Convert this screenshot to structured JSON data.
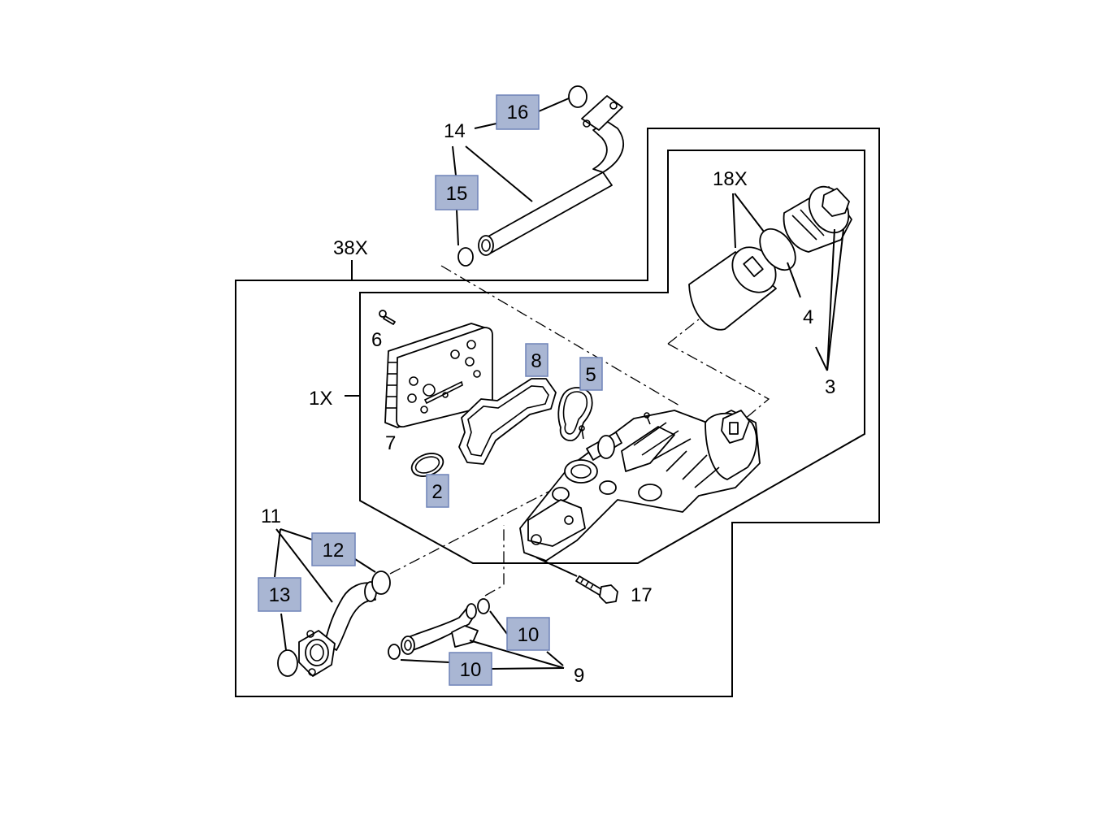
{
  "callouts": {
    "c16": "16",
    "c14": "14",
    "c15": "15",
    "c38x": "38X",
    "c18x": "18X",
    "c4": "4",
    "c3": "3",
    "c6": "6",
    "c1x": "1X",
    "c7": "7",
    "c8": "8",
    "c5": "5",
    "c2": "2",
    "c11": "11",
    "c12": "12",
    "c13": "13",
    "c17": "17",
    "c10a": "10",
    "c10b": "10",
    "c9": "9"
  },
  "colors": {
    "highlight_fill": "#a9b6d3",
    "highlight_border": "#6f83b8",
    "line": "#000000"
  }
}
